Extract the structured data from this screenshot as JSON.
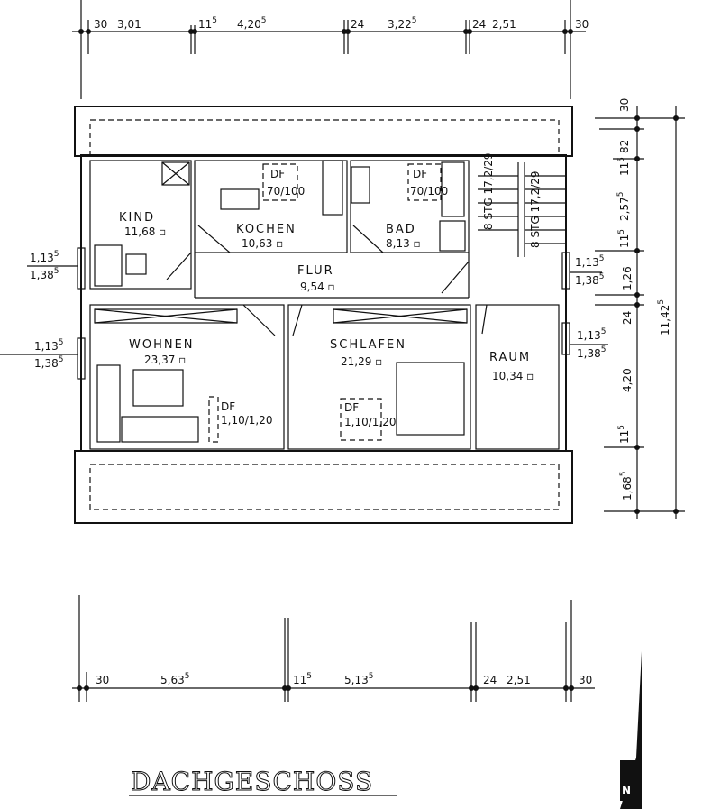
{
  "plan_title": "DACHGESCHOSS",
  "north_label": "N",
  "rooms": {
    "kind": {
      "name": "KIND",
      "area": "11,68 ▫"
    },
    "kochen": {
      "name": "KOCHEN",
      "area": "10,63 ▫"
    },
    "bad": {
      "name": "BAD",
      "area": "8,13 ▫"
    },
    "flur": {
      "name": "FLUR",
      "area": "9,54 ▫"
    },
    "wohnen": {
      "name": "WOHNEN",
      "area": "23,37 ▫"
    },
    "schlafen": {
      "name": "SCHLAFEN",
      "area": "21,29 ▫"
    },
    "raum": {
      "name": "RAUM",
      "area": "10,34 ▫"
    }
  },
  "skylights": [
    {
      "label": "DF",
      "size": "70/100"
    },
    {
      "label": "DF",
      "size": "70/100"
    },
    {
      "label": "DF",
      "size": "1,10/1,20"
    },
    {
      "label": "DF",
      "size": "1,10/1,20"
    }
  ],
  "stairs": [
    "8 STG 17,2/29",
    "8 STG 17,2/29"
  ],
  "windows": [
    {
      "width": "1,13",
      "width_sup": "5",
      "height": "1,38",
      "height_sup": "5"
    },
    {
      "width": "1,13",
      "width_sup": "5",
      "height": "1,38",
      "height_sup": "5"
    },
    {
      "width": "1,13",
      "width_sup": "5",
      "height": "1,38",
      "height_sup": "5"
    },
    {
      "width": "1,13",
      "width_sup": "5",
      "height": "1,38",
      "height_sup": "5"
    }
  ],
  "dims_top": [
    {
      "v": "30",
      "s": ""
    },
    {
      "v": "3,01",
      "s": ""
    },
    {
      "v": "11",
      "s": "5"
    },
    {
      "v": "4,20",
      "s": "5"
    },
    {
      "v": "24",
      "s": ""
    },
    {
      "v": "3,22",
      "s": "5"
    },
    {
      "v": "24",
      "s": ""
    },
    {
      "v": "2,51",
      "s": ""
    },
    {
      "v": "30",
      "s": ""
    }
  ],
  "dims_bottom": [
    {
      "v": "30",
      "s": ""
    },
    {
      "v": "5,63",
      "s": "5"
    },
    {
      "v": "11",
      "s": "5"
    },
    {
      "v": "5,13",
      "s": "5"
    },
    {
      "v": "24",
      "s": ""
    },
    {
      "v": "2,51",
      "s": ""
    },
    {
      "v": "30",
      "s": ""
    }
  ],
  "dims_right": [
    {
      "v": "30",
      "s": ""
    },
    {
      "v": "82",
      "s": ""
    },
    {
      "v": "11",
      "s": "5"
    },
    {
      "v": "2,57",
      "s": "5"
    },
    {
      "v": "11",
      "s": "5"
    },
    {
      "v": "1,26",
      "s": ""
    },
    {
      "v": "24",
      "s": ""
    },
    {
      "v": "4,20",
      "s": ""
    },
    {
      "v": "11",
      "s": "5"
    },
    {
      "v": "1,68",
      "s": "5"
    }
  ],
  "dim_total": {
    "v": "11,42",
    "s": "5"
  }
}
